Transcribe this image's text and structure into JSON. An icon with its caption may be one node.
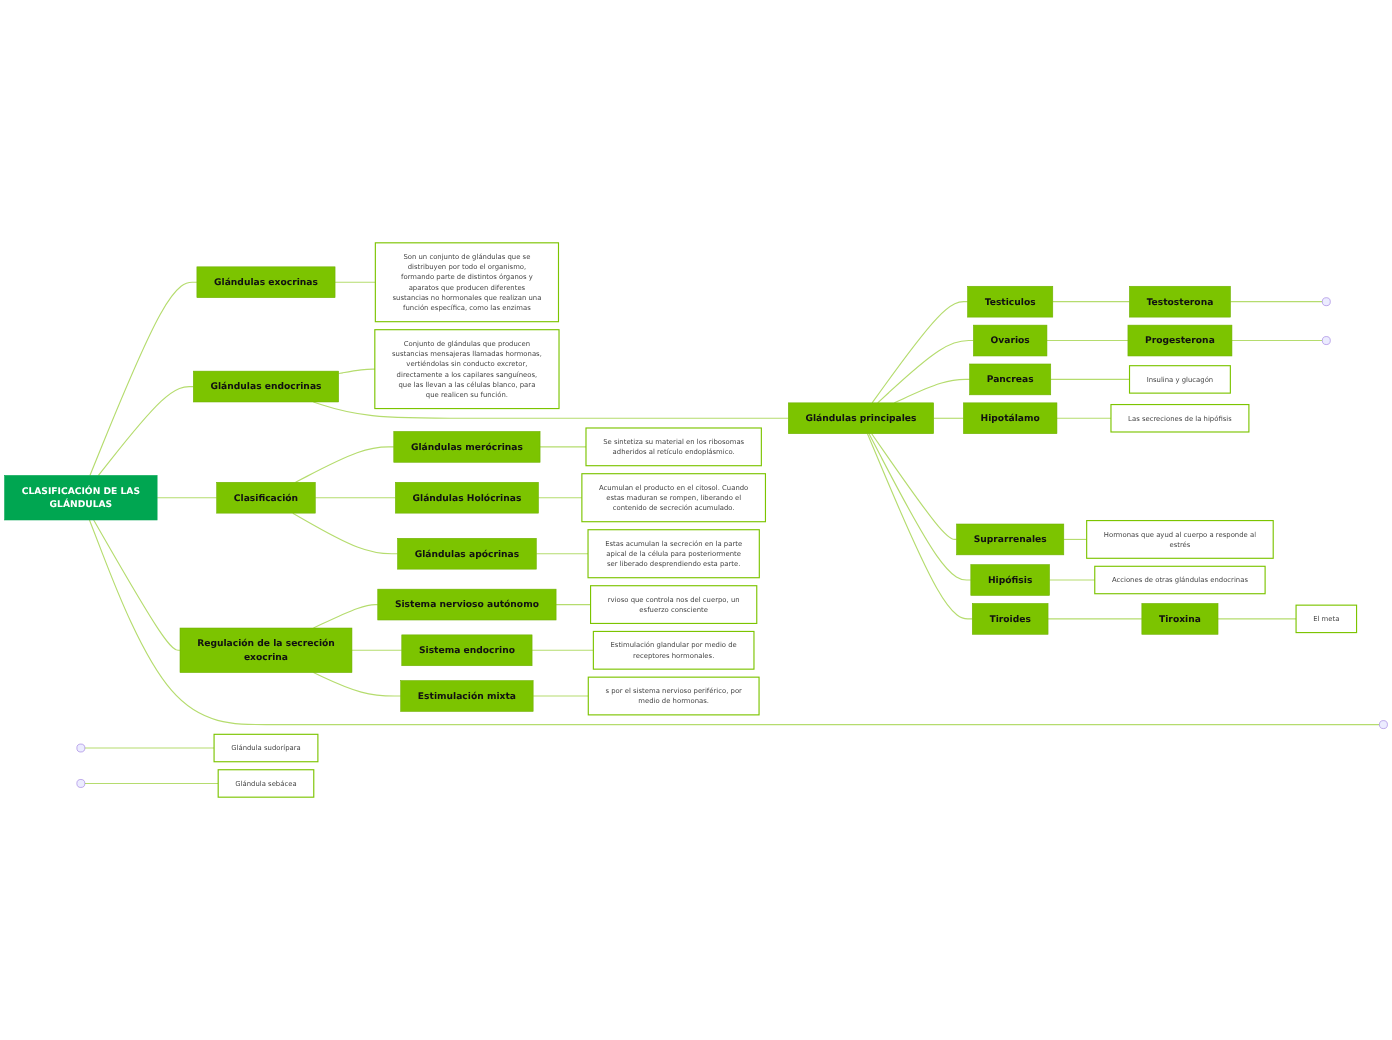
{
  "diagram": {
    "nodes": [
      {
        "text": [
          "CLASIFICACIÓN DE LAS GLÁNDULAS"
        ]
      },
      {
        "text": [
          "Glándulas exocrinas"
        ]
      },
      {
        "text": [
          "Son un conjunto de glándulas que se distribuyen por todo el organismo, formando parte de distintos órganos y aparatos que producen diferentes sustancias no hormonales que realizan una función específica, como las enzimas"
        ]
      },
      {
        "text": [
          "Glándulas endocrinas"
        ]
      },
      {
        "text": [
          "Conjunto de glándulas que producen sustancias mensajeras llamadas hormonas, vertiéndolas sin conducto excretor, directamente a los capilares sanguíneos, que las llevan a las células blanco, para que realicen su función."
        ]
      },
      {
        "text": [
          "Clasificación"
        ]
      },
      {
        "text": [
          "Glándulas merócrinas"
        ]
      },
      {
        "text": [
          "Se sintetiza su material en los ribosomas adheridos al retículo endoplásmico."
        ]
      },
      {
        "text": [
          "Glándulas Holócrinas"
        ]
      },
      {
        "text": [
          "Acumulan el producto en el citosol. Cuando estas maduran se rompen, liberando el contenido de secreción acumulado."
        ]
      },
      {
        "text": [
          "Glándulas apócrinas"
        ]
      },
      {
        "text": [
          "Estas acumulan la secreción en la parte apical de la célula para posteriormente ser liberado desprendiendo esta parte."
        ]
      },
      {
        "text": [
          "Regulación de la secreción exocrina"
        ]
      },
      {
        "text": [
          "Sistema nervioso autónomo"
        ]
      },
      {
        "text": [
          "rvioso que controla nos del cuerpo, un esfuerzo consciente"
        ]
      },
      {
        "text": [
          "Sistema endocrino"
        ]
      },
      {
        "text": [
          "Estimulación glandular por medio de receptores hormonales."
        ]
      },
      {
        "text": [
          "Estimulación mixta"
        ]
      },
      {
        "text": [
          "s por el sistema nervioso periférico, por medio de hormonas."
        ]
      },
      {
        "text": [
          "Glándula sudorípara"
        ]
      },
      {
        "text": [
          "Glándula sebácea"
        ]
      },
      {
        "text": [
          "Glándulas principales"
        ]
      },
      {
        "text": [
          "Testiculos"
        ]
      },
      {
        "text": [
          "Testosterona"
        ]
      },
      {
        "text": [
          "Ovarios"
        ]
      },
      {
        "text": [
          "Progesterona"
        ]
      },
      {
        "text": [
          "Pancreas"
        ]
      },
      {
        "text": [
          "Insulina y glucagón"
        ]
      },
      {
        "text": [
          "Hipotálamo"
        ]
      },
      {
        "text": [
          "Las secreciones de la hipófisis"
        ]
      },
      {
        "text": [
          "Suprarrenales"
        ]
      },
      {
        "text": [
          "Hormonas que ayud al cuerpo a responde al estrés"
        ]
      },
      {
        "text": [
          "Hipófisis"
        ]
      },
      {
        "text": [
          "Acciones de otras glándulas endocrinas"
        ]
      },
      {
        "text": [
          "Tiroides"
        ]
      },
      {
        "text": [
          "Tiroxina"
        ]
      },
      {
        "text": [
          "El meta"
        ]
      }
    ],
    "edges": [
      {
        "from": 0,
        "to": 1,
        "arrow": "none"
      },
      {
        "from": 1,
        "to": 2,
        "arrow": "none"
      },
      {
        "from": 0,
        "to": 3,
        "arrow": "none"
      },
      {
        "from": 3,
        "to": 4,
        "arrow": "none"
      },
      {
        "from": 0,
        "to": 5,
        "arrow": "none"
      },
      {
        "from": 5,
        "to": 6,
        "arrow": "none"
      },
      {
        "from": 6,
        "to": 7,
        "arrow": "none"
      },
      {
        "from": 5,
        "to": 8,
        "arrow": "none"
      },
      {
        "from": 8,
        "to": 9,
        "arrow": "none"
      },
      {
        "from": 5,
        "to": 10,
        "arrow": "none"
      },
      {
        "from": 10,
        "to": 11,
        "arrow": "none"
      },
      {
        "from": 0,
        "to": 12,
        "arrow": "none"
      },
      {
        "from": 12,
        "to": 13,
        "arrow": "none"
      },
      {
        "from": 13,
        "to": 14,
        "arrow": "none"
      },
      {
        "from": 12,
        "to": 15,
        "arrow": "none"
      },
      {
        "from": 15,
        "to": 16,
        "arrow": "none"
      },
      {
        "from": 12,
        "to": 17,
        "arrow": "none"
      },
      {
        "from": 17,
        "to": 18,
        "arrow": "none"
      },
      {
        "from": 0,
        "to": null,
        "arrow": "none"
      },
      {
        "from": null,
        "to": 19,
        "arrow": "none"
      },
      {
        "from": null,
        "to": 20,
        "arrow": "none"
      },
      {
        "from": 3,
        "to": 21,
        "arrow": "none"
      },
      {
        "from": 21,
        "to": 22,
        "arrow": "none"
      },
      {
        "from": 22,
        "to": 23,
        "arrow": "none"
      },
      {
        "from": 23,
        "to": null,
        "arrow": "none"
      },
      {
        "from": 21,
        "to": 24,
        "arrow": "none"
      },
      {
        "from": 24,
        "to": 25,
        "arrow": "none"
      },
      {
        "from": 25,
        "to": null,
        "arrow": "none"
      },
      {
        "from": 21,
        "to": 26,
        "arrow": "none"
      },
      {
        "from": 26,
        "to": 27,
        "arrow": "none"
      },
      {
        "from": 21,
        "to": 28,
        "arrow": "none"
      },
      {
        "from": 28,
        "to": 29,
        "arrow": "none"
      },
      {
        "from": 21,
        "to": 30,
        "arrow": "none"
      },
      {
        "from": 30,
        "to": 31,
        "arrow": "none"
      },
      {
        "from": 21,
        "to": 32,
        "arrow": "none"
      },
      {
        "from": 32,
        "to": 33,
        "arrow": "none"
      },
      {
        "from": 21,
        "to": 34,
        "arrow": "none"
      },
      {
        "from": 34,
        "to": 35,
        "arrow": "none"
      },
      {
        "from": 35,
        "to": 36,
        "arrow": "none"
      }
    ]
  }
}
